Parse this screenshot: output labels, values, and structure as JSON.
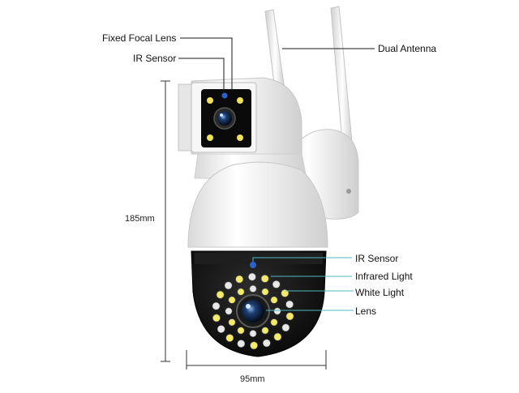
{
  "labels": {
    "fixed_focal_lens": "Fixed Focal Lens",
    "ir_sensor_top": "IR Sensor",
    "dual_antenna": "Dual Antenna",
    "ir_sensor_bottom": "IR Sensor",
    "infrared_light": "Infrared Light",
    "white_light": "White Light",
    "lens": "Lens"
  },
  "dimensions": {
    "height": "185mm",
    "width": "95mm"
  },
  "colors": {
    "callout_line": "#1a1a1a",
    "teal_callout_line": "#4fb8c6",
    "camera_white": "#f4f4f4",
    "camera_black": "#141414",
    "ir_led": "#e8e8e8",
    "white_led": "#f4e96a"
  }
}
